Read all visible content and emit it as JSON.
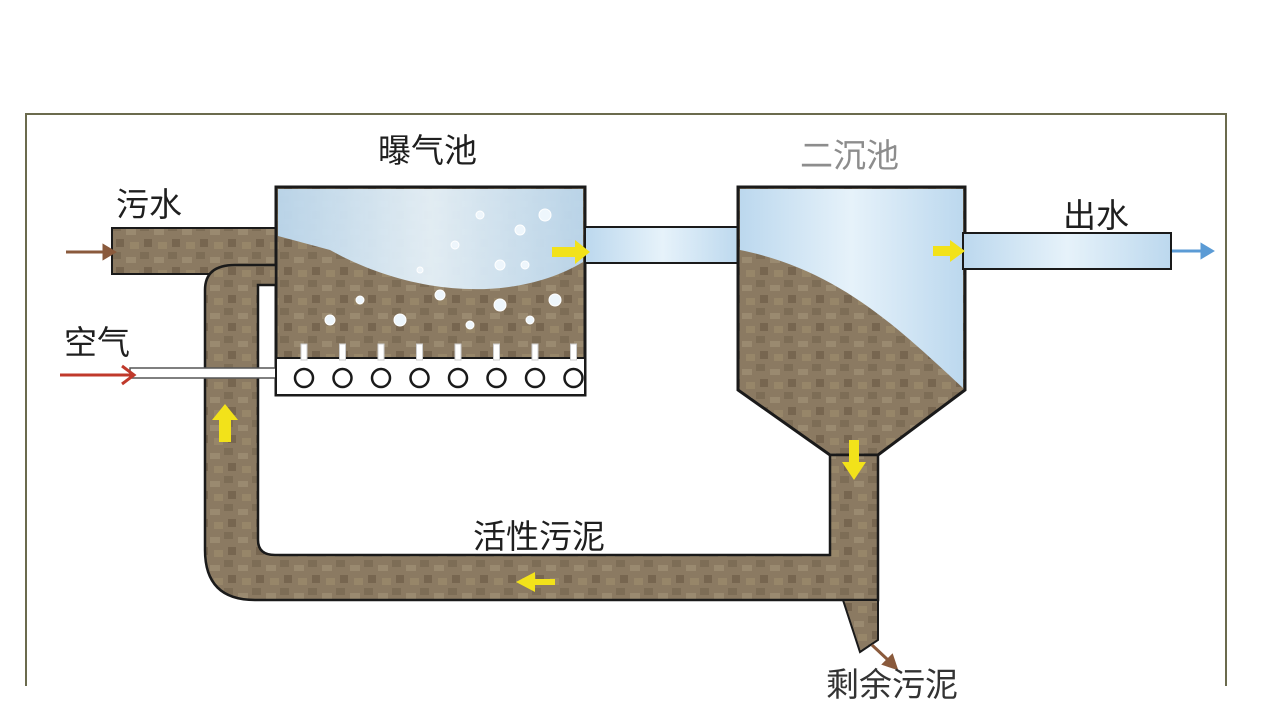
{
  "labels": {
    "aeration_tank": "曝气池",
    "secondary_clarifier": "二沉池",
    "sewage": "污水",
    "effluent": "出水",
    "air": "空气",
    "activated_sludge": "活性污泥",
    "excess_sludge": "剩余污泥"
  },
  "colors": {
    "sludge": "#8b7a62",
    "sludge_dark": "#6f5f4a",
    "water": "#c7dff0",
    "water_light": "#eaf4fb",
    "outline": "#1a1a1a",
    "flow_arrow": "#f2e21a",
    "inlet_arrow": "#8a5a3c",
    "air_arrow": "#c0392b",
    "outlet_arrow": "#5b9bd5",
    "frame": "#6b6b4e"
  },
  "diffuser_count": 8
}
